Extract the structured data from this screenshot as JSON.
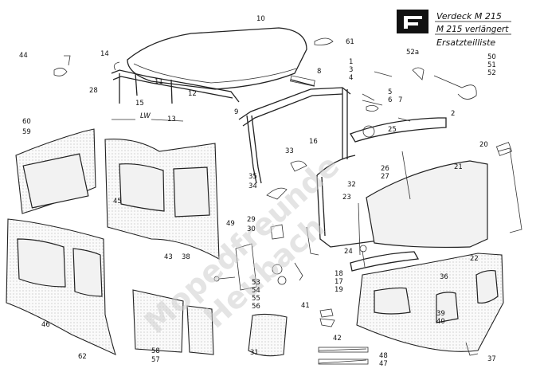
{
  "header": {
    "logo_letter": "F",
    "title_line1": "Verdeck M 215",
    "title_line2": "M 215 verlängert",
    "title_line3": "Ersatzteilliste"
  },
  "watermark": {
    "line1": "Mopedfreunde",
    "line2": "Heubach"
  },
  "dimension_label": "LW",
  "part_numbers": [
    "1",
    "2",
    "3",
    "4",
    "5",
    "6",
    "7",
    "8",
    "9",
    "10",
    "11",
    "12",
    "13",
    "14",
    "15",
    "16",
    "17",
    "18",
    "19",
    "20",
    "21",
    "22",
    "23",
    "24",
    "25",
    "26",
    "27",
    "28",
    "29",
    "30",
    "31",
    "32",
    "33",
    "34",
    "35",
    "36",
    "37",
    "38",
    "39",
    "40",
    "41",
    "42",
    "43",
    "44",
    "45",
    "46",
    "47",
    "48",
    "49",
    "50",
    "51",
    "52",
    "52a",
    "53",
    "54",
    "55",
    "56",
    "57",
    "58",
    "59",
    "60",
    "61",
    "62"
  ]
}
